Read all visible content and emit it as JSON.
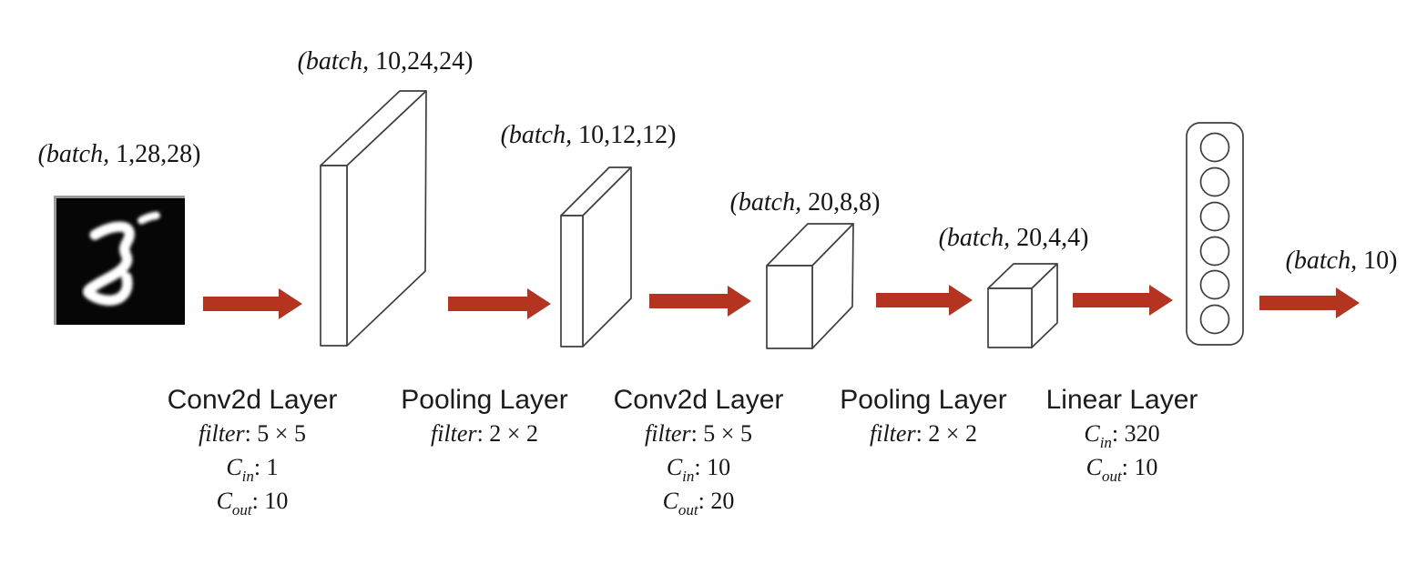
{
  "input": {
    "depicts": "handwritten digit 5 (MNIST sample)"
  },
  "tensor_labels": [
    {
      "prefix": "(batch, ",
      "dims": "1,28,28)"
    },
    {
      "prefix": "(batch, ",
      "dims": "10,24,24)"
    },
    {
      "prefix": "(batch, ",
      "dims": "10,12,12)"
    },
    {
      "prefix": "(batch, ",
      "dims": "20,8,8)"
    },
    {
      "prefix": "(batch, ",
      "dims": "20,4,4)"
    },
    {
      "prefix": "(batch, ",
      "dims": "10)"
    }
  ],
  "layers": [
    {
      "title": "Conv2d Layer",
      "filter_word": "filter",
      "filter_value": ": 5 × 5",
      "params": [
        {
          "sym": "C",
          "sub": "in",
          "value": ": 1"
        },
        {
          "sym": "C",
          "sub": "out",
          "value": ": 10"
        }
      ]
    },
    {
      "title": "Pooling Layer",
      "filter_word": "filter",
      "filter_value": ": 2 × 2",
      "params": []
    },
    {
      "title": "Conv2d Layer",
      "filter_word": "filter",
      "filter_value": ": 5 × 5",
      "params": [
        {
          "sym": "C",
          "sub": "in",
          "value": ": 10"
        },
        {
          "sym": "C",
          "sub": "out",
          "value": ": 20"
        }
      ]
    },
    {
      "title": "Pooling Layer",
      "filter_word": "filter",
      "filter_value": ": 2 × 2",
      "params": []
    },
    {
      "title": "Linear Layer",
      "filter_word": "",
      "filter_value": "",
      "params": [
        {
          "sym": "C",
          "sub": "in",
          "value": ": 320"
        },
        {
          "sym": "C",
          "sub": "out",
          "value": ": 10"
        }
      ]
    }
  ],
  "linear_layer": {
    "neuron_count": 6
  },
  "colors": {
    "arrow_red": "#b43420",
    "shape_outline": "#3f3f3f",
    "text": "#151515",
    "mnist_background": "#060606",
    "mnist_stroke": "#ffffff"
  }
}
